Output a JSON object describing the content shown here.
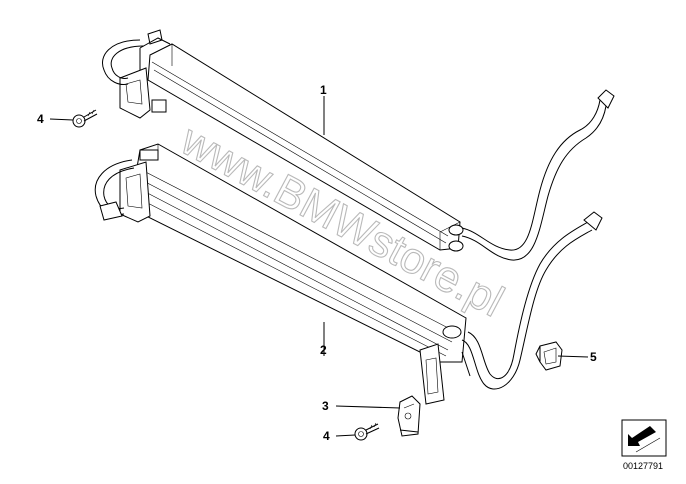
{
  "diagram": {
    "callouts": {
      "part1": "1",
      "part2": "2",
      "part3": "3",
      "part4_upper": "4",
      "part4_lower": "4",
      "part5": "5"
    },
    "watermark": "www.BMWstore.pl",
    "document_number": "00127791",
    "badge_icon": "arrow-down-left-icon"
  }
}
